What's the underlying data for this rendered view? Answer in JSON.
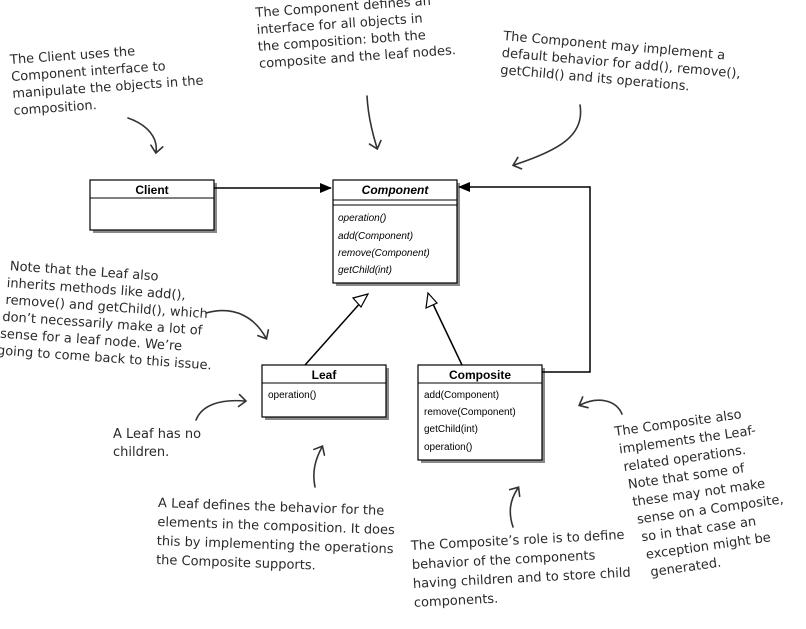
{
  "classes": {
    "client": {
      "name": "Client",
      "operations": []
    },
    "component": {
      "name": "Component",
      "operations": [
        "operation()",
        "add(Component)",
        "remove(Component)",
        "getChild(int)"
      ]
    },
    "leaf": {
      "name": "Leaf",
      "operations": [
        "operation()"
      ]
    },
    "composite": {
      "name": "Composite",
      "operations": [
        "add(Component)",
        "remove(Component)",
        "getChild(int)",
        "operation()"
      ]
    }
  },
  "notes": {
    "client": [
      "The Client uses the",
      "Component interface to",
      "manipulate the objects in the",
      "composition."
    ],
    "component_interface": [
      "The Component defines an",
      "interface for all objects in",
      "the composition: both the",
      "composite and the leaf nodes."
    ],
    "component_default": [
      "The Component may implement a",
      "default behavior for add(), remove(),",
      "getChild() and its operations."
    ],
    "leaf_inherits": [
      "Note that the Leaf also",
      "inherits methods like add(),",
      "remove() and getChild(), which",
      "don’t necessarily make a lot of",
      "sense for a leaf node. We’re",
      "going to come back to this issue."
    ],
    "leaf_children": [
      "A Leaf has no",
      "children."
    ],
    "leaf_behavior": [
      "A Leaf defines the behavior for the",
      "elements in the composition.  It does",
      "this by implementing the operations",
      "the Composite supports."
    ],
    "composite_role": [
      "The Composite’s role is to define",
      "behavior of the components",
      "having children and to store child",
      "components."
    ],
    "composite_also": [
      "The Composite also",
      "implements the Leaf-",
      "related operations.",
      "Note that some of",
      "these may not make",
      "sense on a Composite,",
      "so in that case an",
      "exception might be",
      "generated."
    ]
  }
}
